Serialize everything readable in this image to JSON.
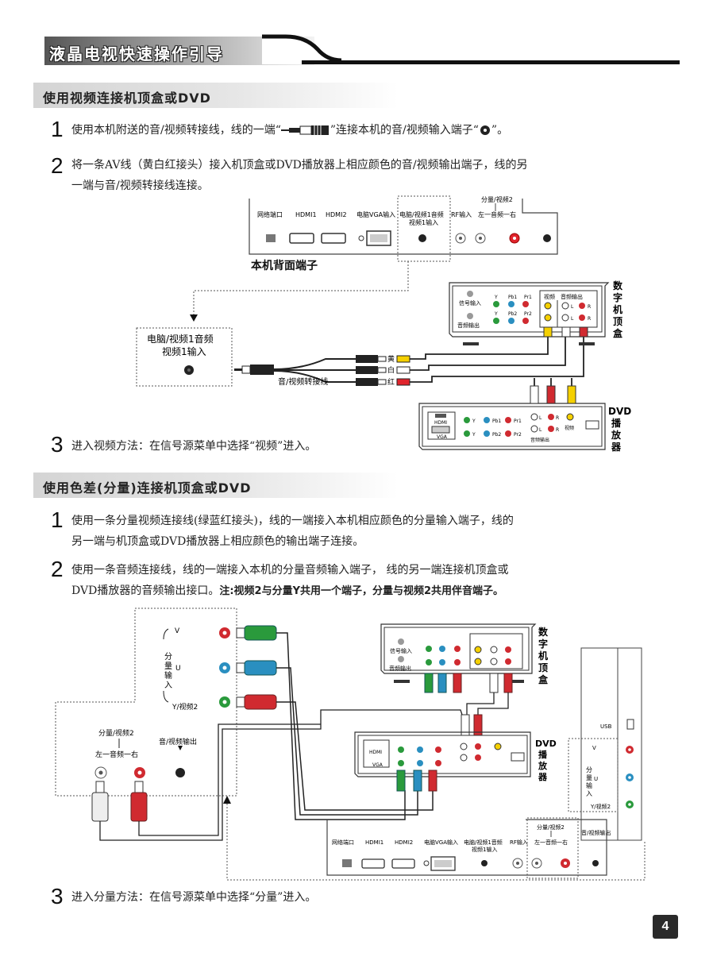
{
  "header": {
    "title": "液晶电视快速操作引导"
  },
  "section1": {
    "title": "使用视频连接机顶盒或DVD",
    "step1_num": "1",
    "step1_a": "使用本机附送的音/视频转接线，线的一端“",
    "step1_b": "”连接本机的音/视频输入端子“",
    "step1_c": "”。",
    "step2_num": "2",
    "step2_line1": "将一条AV线（黄白红接头）接入机顶盒或DVD播放器上相应颜色的音/视频输出端子，线的另",
    "step2_line2": "一端与音/视频转接线连接。",
    "step3_num": "3",
    "step3_text": "进入视频方法：在信号源菜单中选择“视频”进入。"
  },
  "diagram1": {
    "tv_ports": [
      "网络端口",
      "HDMI1",
      "HDMI2",
      "电脑VGA输入",
      "电脑/视频1音频",
      "视频1输入",
      "RF输入",
      "左一音频一右",
      "分量/视频2"
    ],
    "tv_back_label": "本机背面端子",
    "zoom_label_1": "电脑/视频1音频",
    "zoom_label_2": "视频1输入",
    "adapter_label": "音/视频转接线",
    "plug_yellow": "黄",
    "plug_white": "白",
    "plug_red": "红",
    "stb_label": [
      "数",
      "字",
      "机",
      "顶",
      "盒"
    ],
    "stb_ports": [
      "信号输入",
      "音频输出",
      "Y",
      "Pb1",
      "Pr1",
      "Y",
      "Pb2",
      "Pr2",
      "视频",
      "音频输出",
      "L",
      "R",
      "L",
      "R"
    ],
    "dvd_label": [
      "DVD",
      "播",
      "放",
      "器"
    ],
    "dvd_ports": [
      "HDMI",
      "VGA",
      "Y",
      "Pb1",
      "Pr1",
      "Y",
      "Pb2",
      "Pr2",
      "L",
      "R",
      "L",
      "R",
      "视频",
      "音频输出"
    ]
  },
  "section2": {
    "title": "使用色差(分量)连接机顶盒或DVD",
    "step1_num": "1",
    "step1_line1": "使用一条分量视频连接线(绿蓝红接头)，线的一端接入本机相应颜色的分量输入端子，线的",
    "step1_line2": "另一端与机顶盒或DVD播放器上相应颜色的输出端子连接。",
    "step2_num": "2",
    "step2_line1": "使用一条音频连接线，线的一端接入本机的分量音频输入端子， 线的另一端连接机顶盒或",
    "step2_line2a": "DVD播放器的音频输出接口。",
    "step2_note": "注:视频2与分量Y共用一个端子，分量与视频2共用伴音端子。",
    "step3_num": "3",
    "step3_text": "进入分量方法：在信号源菜单中选择“分量”进入。"
  },
  "diagram2": {
    "v": "V",
    "u": "U",
    "y_video2": "Y/视频2",
    "component_input": [
      "分",
      "量",
      "输",
      "入"
    ],
    "component_video2": "分量/视频2",
    "lr_audio": "左一音频一右",
    "av_out": "音/视频输出",
    "usb": "USB"
  },
  "page": {
    "number": "4"
  }
}
